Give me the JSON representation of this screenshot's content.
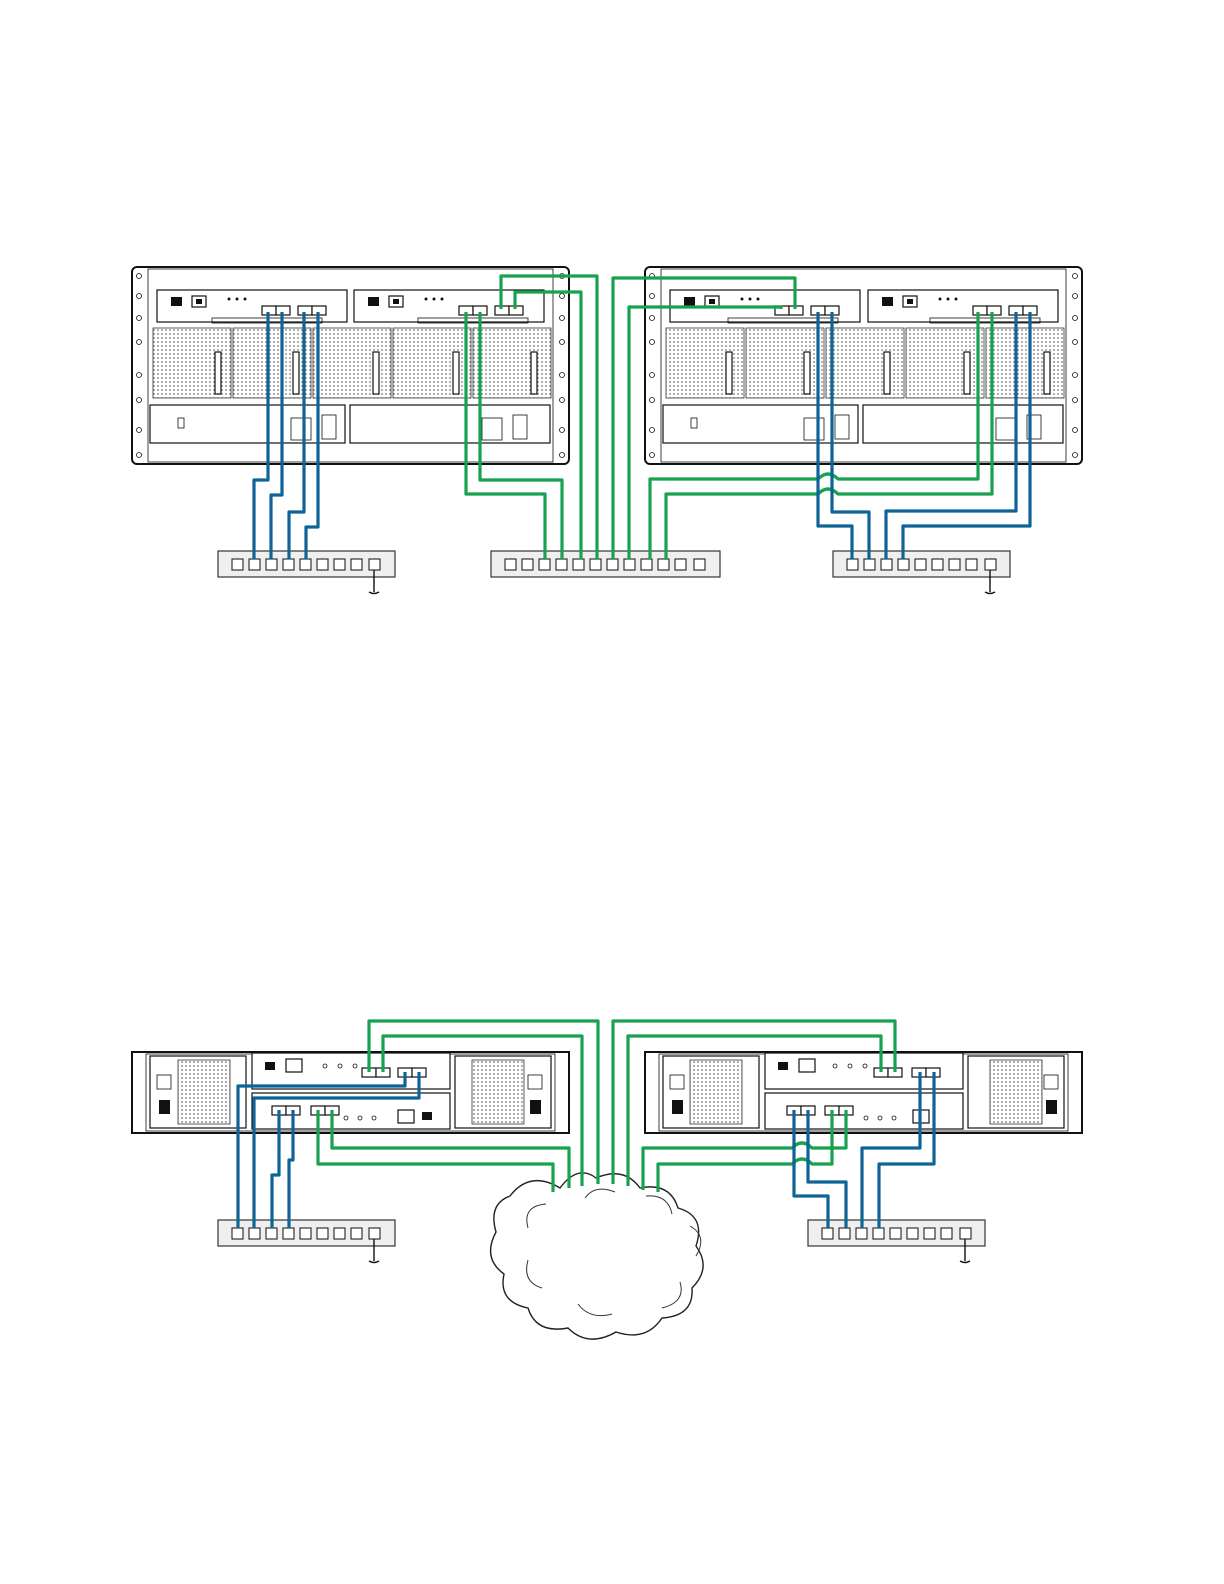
{
  "figure": {
    "top_diagram": {
      "arrays": [
        {
          "label": "",
          "chassis_type": "4U"
        },
        {
          "label": "",
          "chassis_type": "4U"
        }
      ],
      "switches": [
        {
          "ports": 9,
          "role": "host-switch-left"
        },
        {
          "ports": 12,
          "role": "replication-switch"
        },
        {
          "ports": 9,
          "role": "host-switch-right"
        }
      ]
    },
    "bottom_diagram": {
      "arrays": [
        {
          "label": "",
          "chassis_type": "2U"
        },
        {
          "label": "",
          "chassis_type": "2U"
        }
      ],
      "switches": [
        {
          "ports": 9,
          "role": "host-switch-left"
        },
        {
          "ports": 9,
          "role": "host-switch-right"
        }
      ],
      "network": {
        "type": "cloud"
      }
    },
    "colors": {
      "host_cable": "#0e6496",
      "replication_cable": "#18a14f"
    }
  }
}
